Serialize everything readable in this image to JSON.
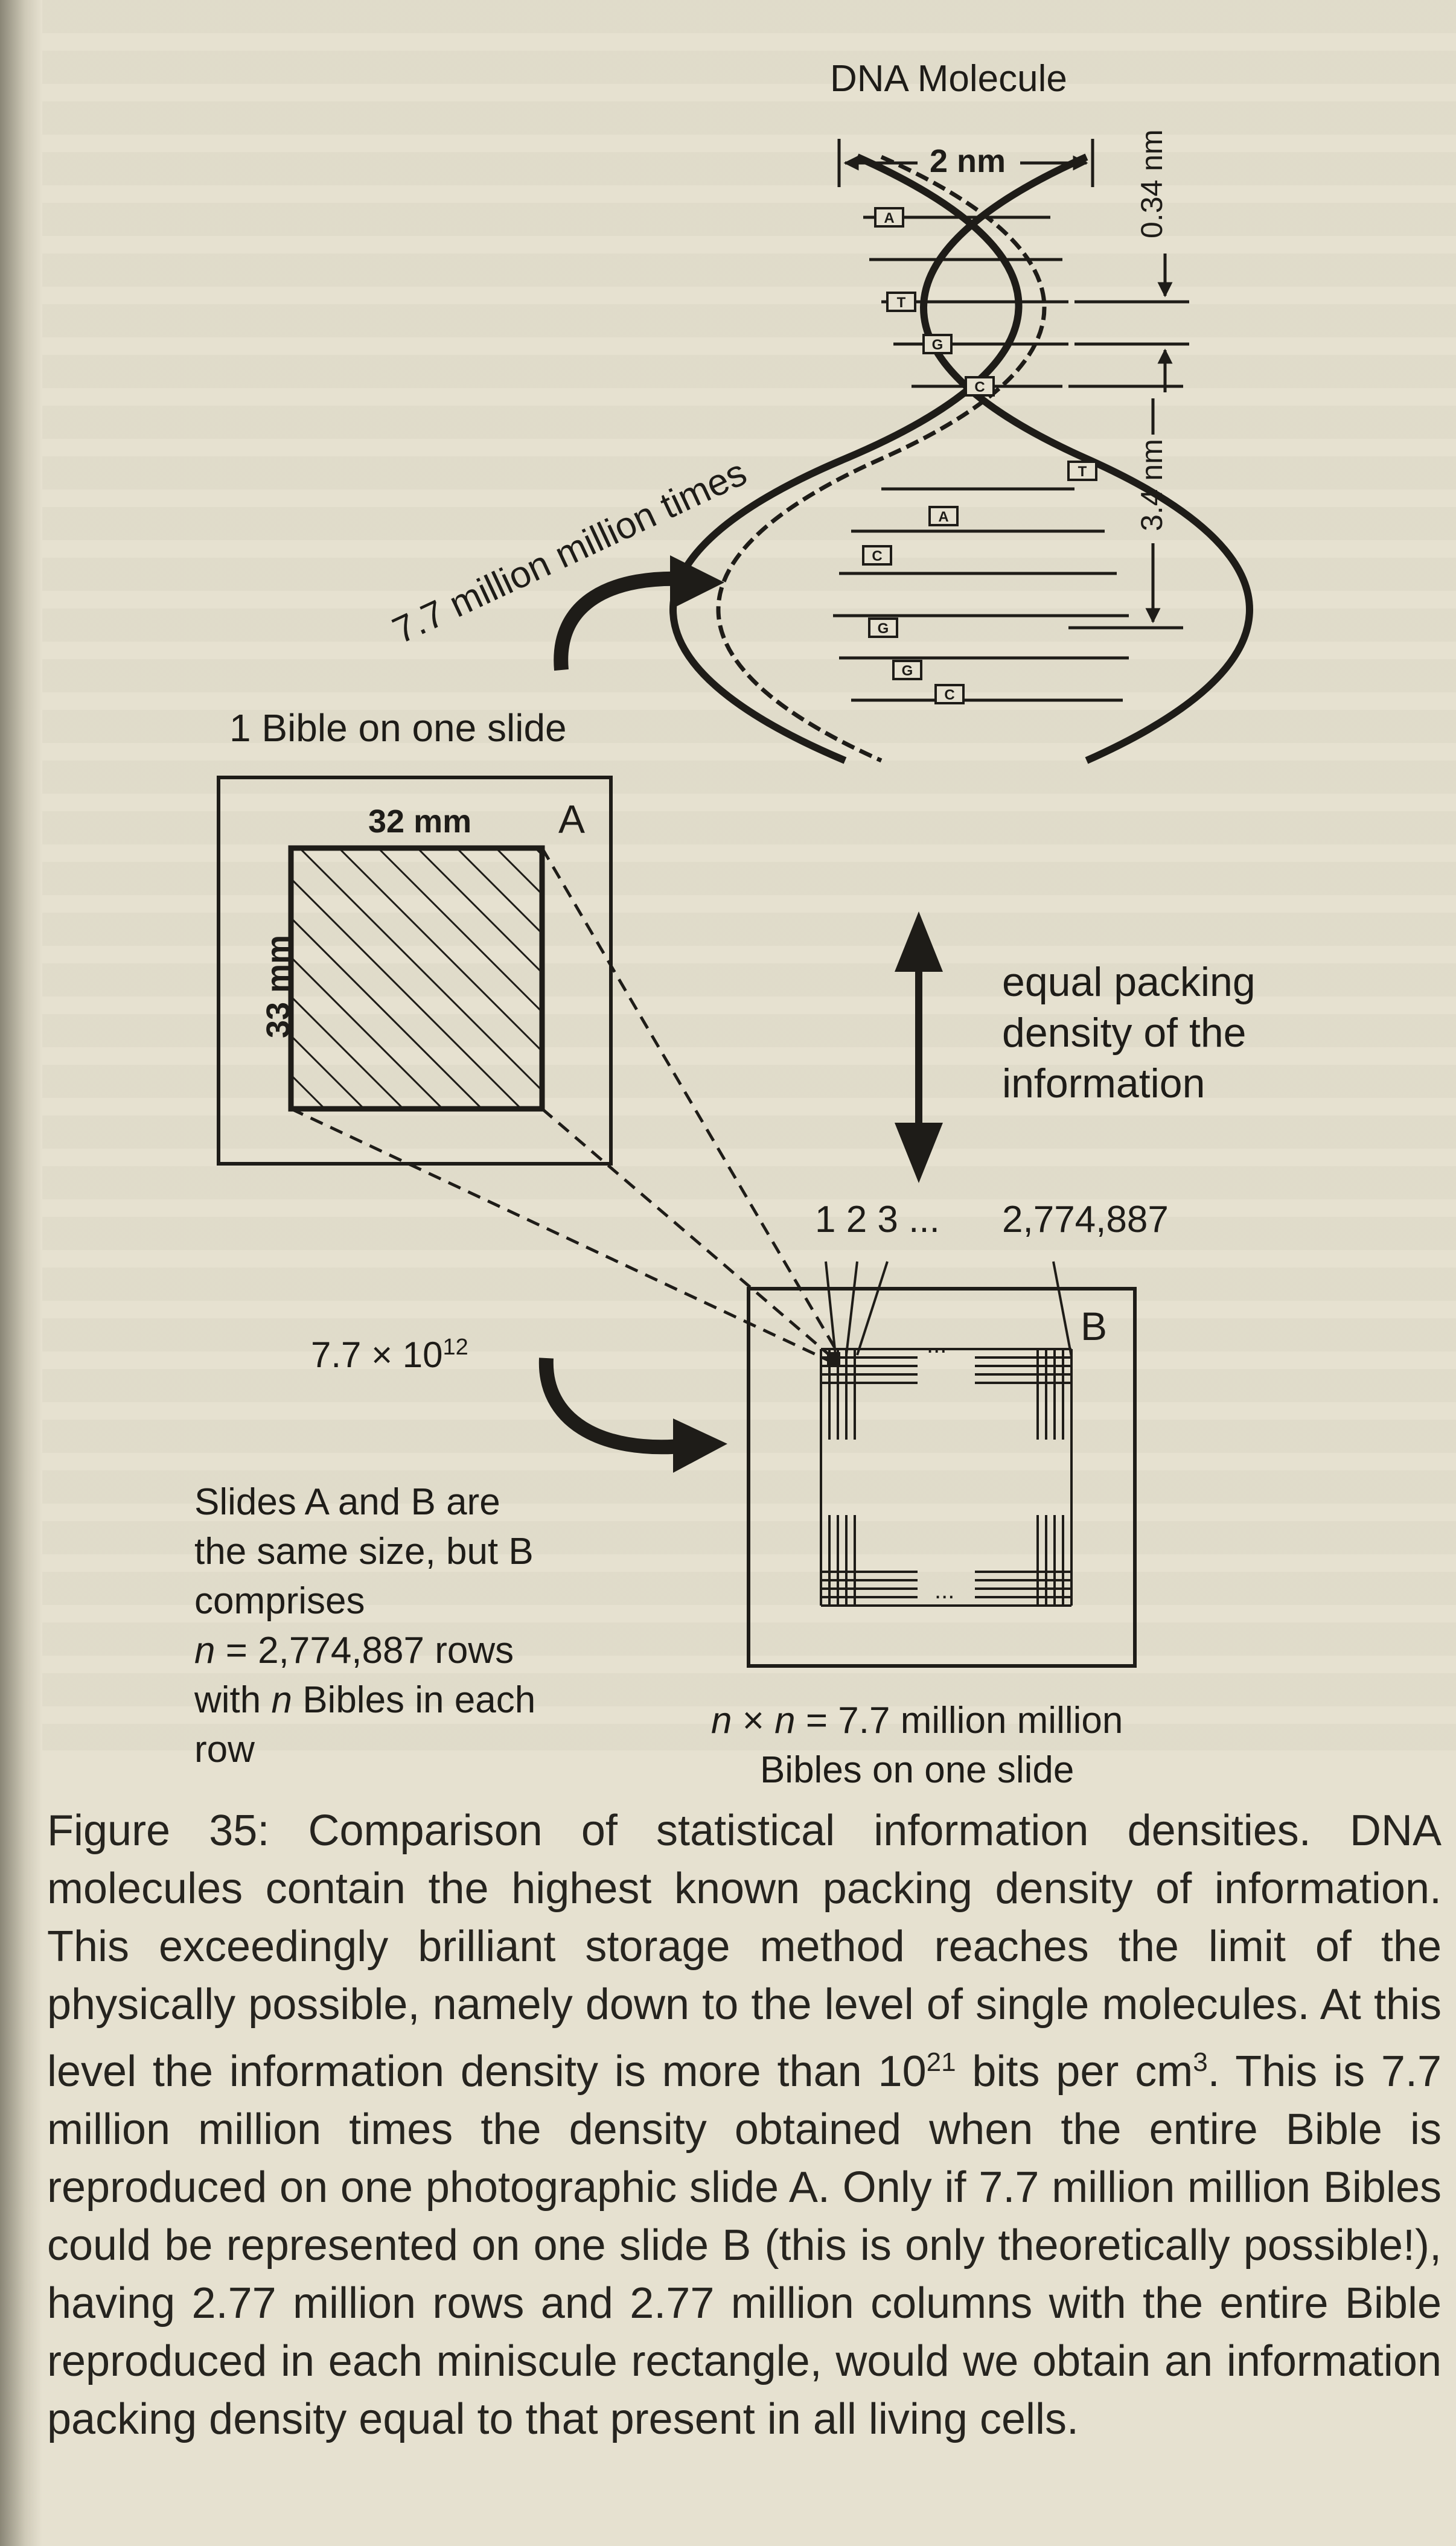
{
  "diagram": {
    "dna_title": "DNA Molecule",
    "dna_width": "2 nm",
    "base_spacing": "0.34 nm",
    "helix_pitch": "3.4 nm",
    "base_pairs": [
      "A",
      "T",
      "G",
      "C",
      "T",
      "A",
      "C",
      "G",
      "G",
      "C"
    ],
    "times_arrow_label": "7.7 million million times",
    "slide_a_caption": "1 Bible on one slide",
    "slide_a_letter": "A",
    "slide_a_width": "32 mm",
    "slide_a_height": "33 mm",
    "equal_density": [
      "equal packing",
      "density of the",
      "information"
    ],
    "grid_numbers": "1 2 3 ...",
    "grid_last": "2,774,887",
    "slide_b_letter": "B",
    "factor_base": "7.7 × 10",
    "factor_exp": "12",
    "ellipsis": "...",
    "slides_note": [
      "Slides A and B are",
      "the same size, but B",
      "comprises"
    ],
    "rows_var": "n",
    "rows_value": " = 2,774,887 rows",
    "each_pre": "with ",
    "each_var": "n",
    "each_post": " Bibles in each",
    "row_word": "row",
    "nxn_var1": "n",
    "nxn_times": " × ",
    "nxn_var2": "n",
    "nxn_rest": " = 7.7 million million",
    "nxn_line2": "Bibles on one slide"
  },
  "caption": {
    "part1": "Figure 35: Comparison of statistical information densities. DNA molecules contain the highest known packing density of information. This exceedingly brilliant storage method reaches the limit of the physically possible, namely down to the level of single molecules. At this level the information density is more than 10",
    "exp1": "21",
    "part2": " bits per cm",
    "exp2": "3",
    "part3": ". This is 7.7 million million times the density obtained when the entire Bible is reproduced on one photographic slide A. Only if 7.7 million million Bibles could be represented on one slide B (this is only theoretically possible!), having 2.77 million rows and 2.77 million columns with the entire Bible reproduced in each miniscule rectangle, would we obtain an information packing density equal to that present in all living cells."
  }
}
